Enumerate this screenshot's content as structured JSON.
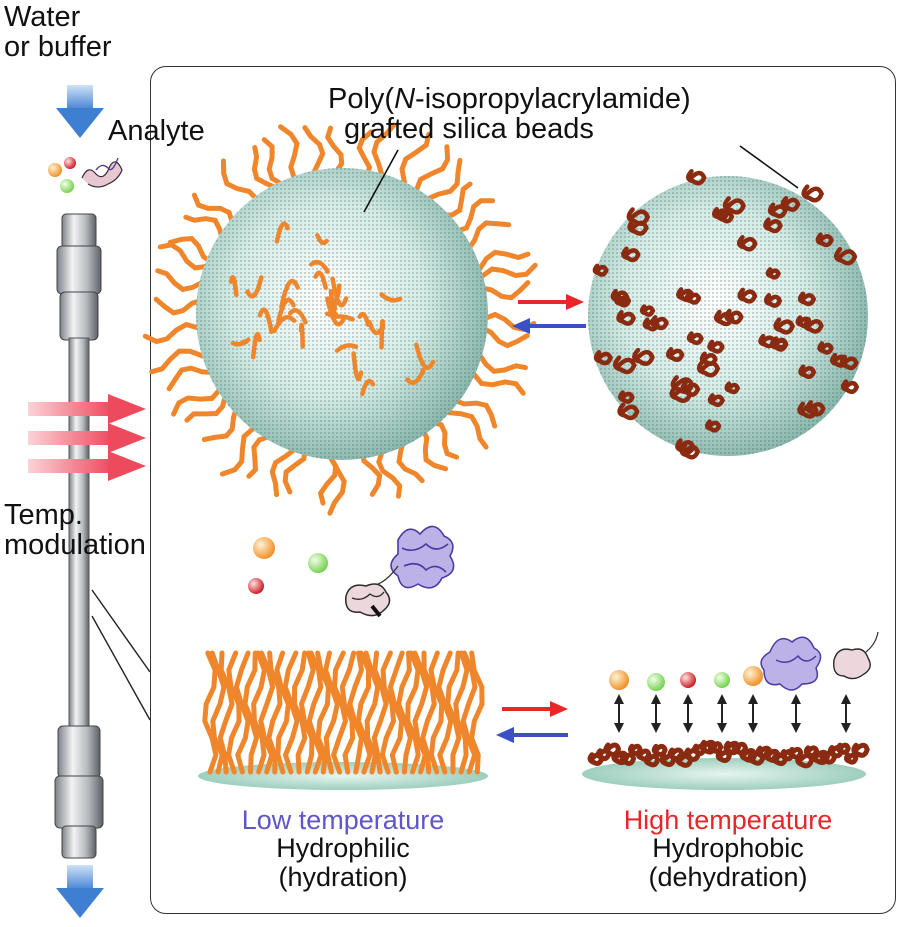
{
  "labels": {
    "water_or_buffer": [
      "Water",
      "or buffer"
    ],
    "analyte": "Analyte",
    "temp_modulation": [
      "Temp.",
      "modulation"
    ],
    "bead_label": [
      "Poly(",
      "N",
      "-isopropylacrylamide)",
      "grafted silica beads"
    ],
    "low": {
      "title": "Low temperature",
      "line1": "Hydrophilic",
      "line2": "(hydration)"
    },
    "high": {
      "title": "High temperature",
      "line1": "Hydrophobic",
      "line2": "(dehydration)"
    }
  },
  "colors": {
    "chain_extended": "#f0862c",
    "chain_collapsed": "#8a2a10",
    "bead_fill": "#cde8e0",
    "low_temp_text": "#5f57c9",
    "high_temp_text": "#e8262a",
    "arrow_heat": "#ef4f63",
    "flow_arrow": "#4f88d6",
    "arrow_red": "#e8262a",
    "arrow_blue": "#3a4fc8"
  },
  "icons": [
    "down-arrow-icon",
    "heat-arrow-icon",
    "equilibrium-arrow-icon",
    "protein-icon",
    "particle-icon",
    "double-arrow-icon"
  ]
}
